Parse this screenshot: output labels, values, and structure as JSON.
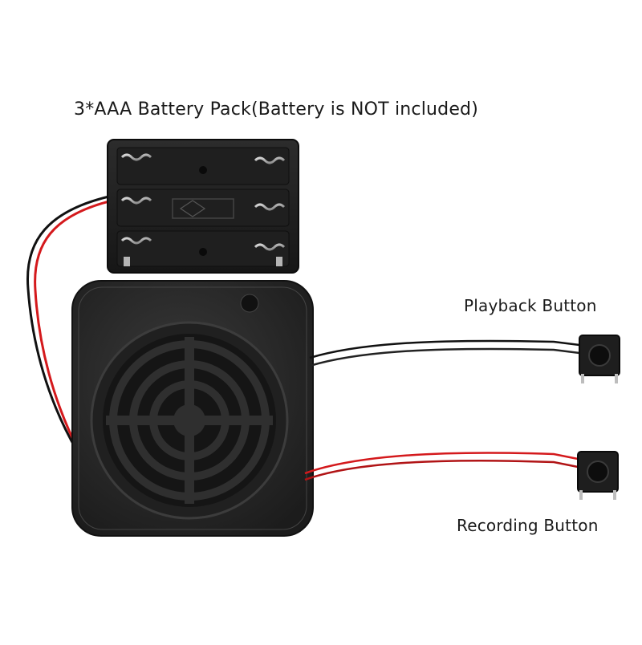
{
  "labels": {
    "battery_pack": "3*AAA Battery Pack(Battery is NOT included)",
    "playback_button": "Playback Button",
    "recording_button": "Recording Button"
  },
  "colors": {
    "background": "#ffffff",
    "plastic": "#2a2a2a",
    "wire_red": "#d4191c",
    "wire_black": "#111111"
  }
}
